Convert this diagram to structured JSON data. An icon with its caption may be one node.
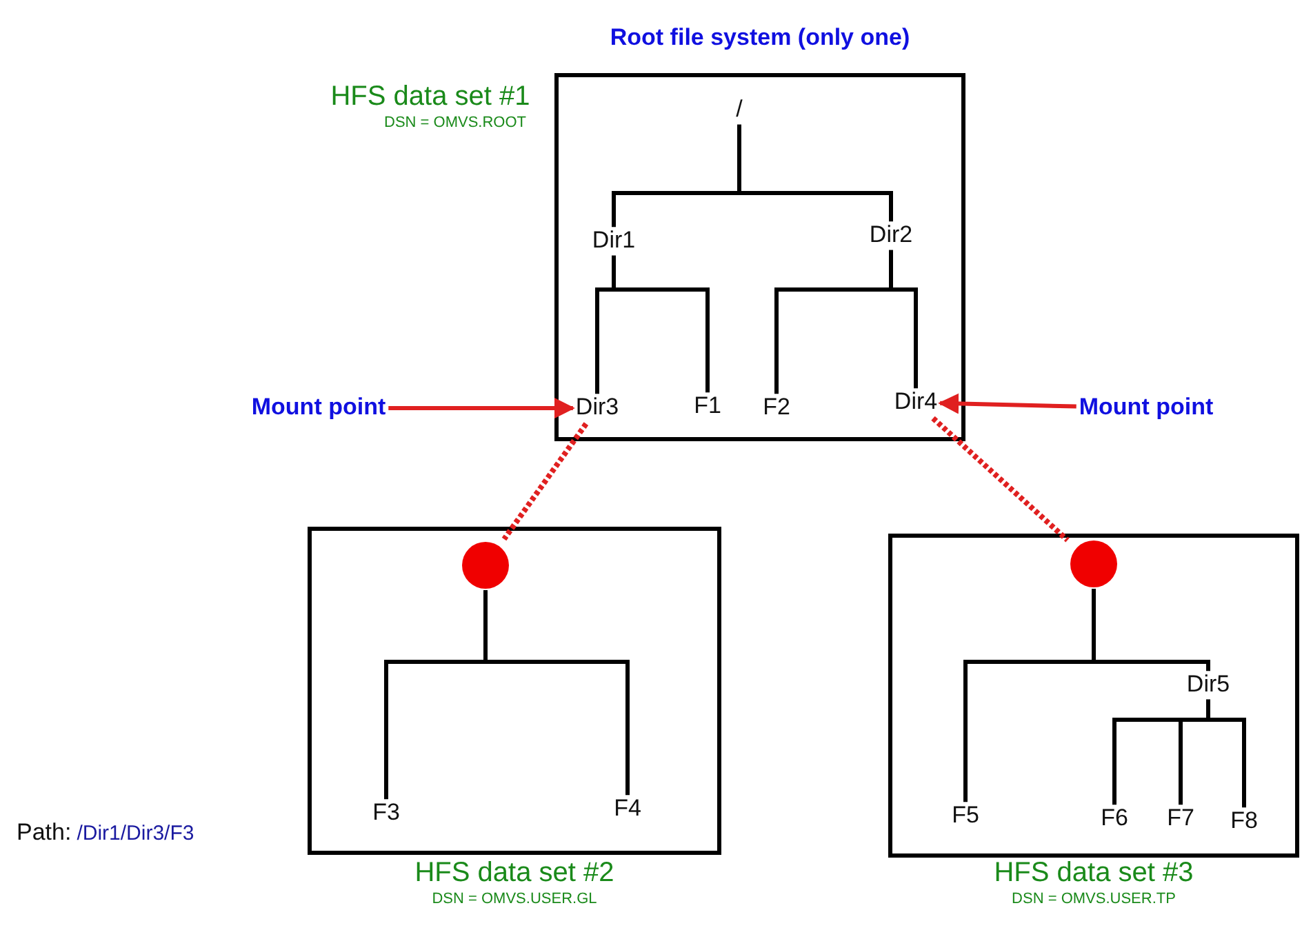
{
  "diagram": {
    "nodes": [
      {
        "text": [
          "Root file system (only one)",
          "HFS data set #1",
          "DSN = OMVS.ROOT"
        ]
      },
      {
        "text": [
          "/"
        ],
        "in": 0
      },
      {
        "text": [
          "Dir1"
        ],
        "in": 0
      },
      {
        "text": [
          "Dir2"
        ],
        "in": 0
      },
      {
        "text": [
          "Dir3"
        ],
        "in": 0
      },
      {
        "text": [
          "F1"
        ],
        "in": 0
      },
      {
        "text": [
          "F2"
        ],
        "in": 0
      },
      {
        "text": [
          "Dir4"
        ],
        "in": 0
      },
      {
        "text": [
          "HFS data set #2",
          "DSN = OMVS.USER.GL"
        ]
      },
      {
        "text": [],
        "shape": "circle",
        "in": 8
      },
      {
        "text": [
          "F3"
        ],
        "in": 8
      },
      {
        "text": [
          "F4"
        ],
        "in": 8
      },
      {
        "text": [
          "HFS data set #3",
          "DSN = OMVS.USER.TP"
        ]
      },
      {
        "text": [],
        "shape": "circle",
        "in": 12
      },
      {
        "text": [
          "F5"
        ],
        "in": 12
      },
      {
        "text": [
          "Dir5"
        ],
        "in": 12
      },
      {
        "text": [
          "F6"
        ],
        "in": 12
      },
      {
        "text": [
          "F7"
        ],
        "in": 12
      },
      {
        "text": [
          "F8"
        ],
        "in": 12
      },
      {
        "text": [
          "Mount point"
        ]
      },
      {
        "text": [
          "Mount point"
        ]
      }
    ],
    "edges": [
      {
        "from": 1,
        "to": 2,
        "arrow": "none"
      },
      {
        "from": 1,
        "to": 3,
        "arrow": "none"
      },
      {
        "from": 2,
        "to": 4,
        "arrow": "none"
      },
      {
        "from": 2,
        "to": 5,
        "arrow": "none"
      },
      {
        "from": 3,
        "to": 6,
        "arrow": "none"
      },
      {
        "from": 3,
        "to": 7,
        "arrow": "none"
      },
      {
        "from": 4,
        "to": 9,
        "arrow": "none",
        "style": "dashed",
        "color": "#e02020"
      },
      {
        "from": 7,
        "to": 13,
        "arrow": "none",
        "style": "dashed",
        "color": "#e02020"
      },
      {
        "from": 9,
        "to": 10,
        "arrow": "none"
      },
      {
        "from": 9,
        "to": 11,
        "arrow": "none"
      },
      {
        "from": 13,
        "to": 14,
        "arrow": "none"
      },
      {
        "from": 13,
        "to": 15,
        "arrow": "none"
      },
      {
        "from": 15,
        "to": 16,
        "arrow": "none"
      },
      {
        "from": 15,
        "to": 17,
        "arrow": "none"
      },
      {
        "from": 15,
        "to": 18,
        "arrow": "none"
      },
      {
        "from": 19,
        "to": 4,
        "arrow": "to",
        "color": "#e02020"
      },
      {
        "from": 20,
        "to": 7,
        "arrow": "to",
        "color": "#e02020"
      }
    ],
    "labels": [
      "Path:",
      "/Dir1/Dir3/F3"
    ]
  }
}
